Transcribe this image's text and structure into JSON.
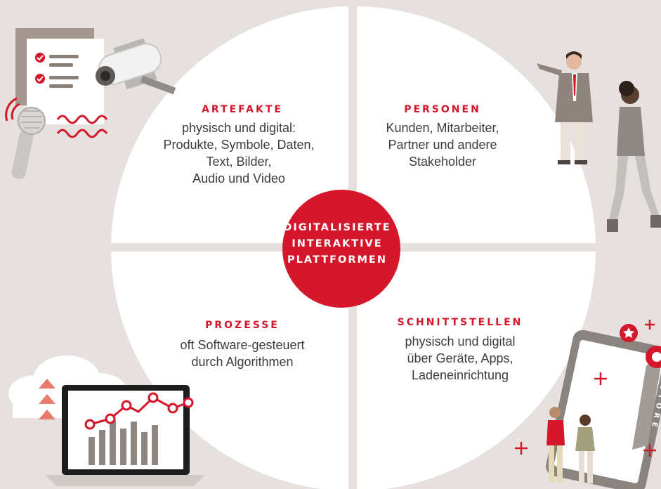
{
  "center": {
    "lines": [
      "DIGITALISIERTE",
      "INTERAKTIVE",
      "PLATTFORMEN"
    ]
  },
  "quadrants": {
    "artefakte": {
      "title": "ARTEFAKTE",
      "lines": [
        "physisch und digital:",
        "Produkte, Symbole, Daten,",
        "Text, Bilder,",
        "Audio und Video"
      ]
    },
    "personen": {
      "title": "PERSONEN",
      "lines": [
        "Kunden, Mitarbeiter,",
        "Partner und andere",
        "Stakeholder"
      ]
    },
    "prozesse": {
      "title": "PROZESSE",
      "lines": [
        "oft Software-gesteuert",
        "durch Algorithmen"
      ]
    },
    "schnittstellen": {
      "title": "SCHNITTSTELLEN",
      "lines": [
        "physisch und digital",
        "über Geräte, Apps,",
        "Ladeneinrichtung"
      ]
    }
  },
  "store_sign": "STORE",
  "colors": {
    "background": "#e6e1df",
    "circle": "#ffffff",
    "accent_red": "#d4172a",
    "salmon": "#e87b6c",
    "text": "#3c3c3c"
  },
  "icons": [
    "checklist-document-icon",
    "security-camera-icon",
    "microphone-icon",
    "sound-wave-icon",
    "businessman-pointing-icon",
    "woman-walking-phone-icon",
    "cloud-upload-icon",
    "laptop-chart-icon",
    "tablet-store-icon",
    "shoppers-icon"
  ]
}
